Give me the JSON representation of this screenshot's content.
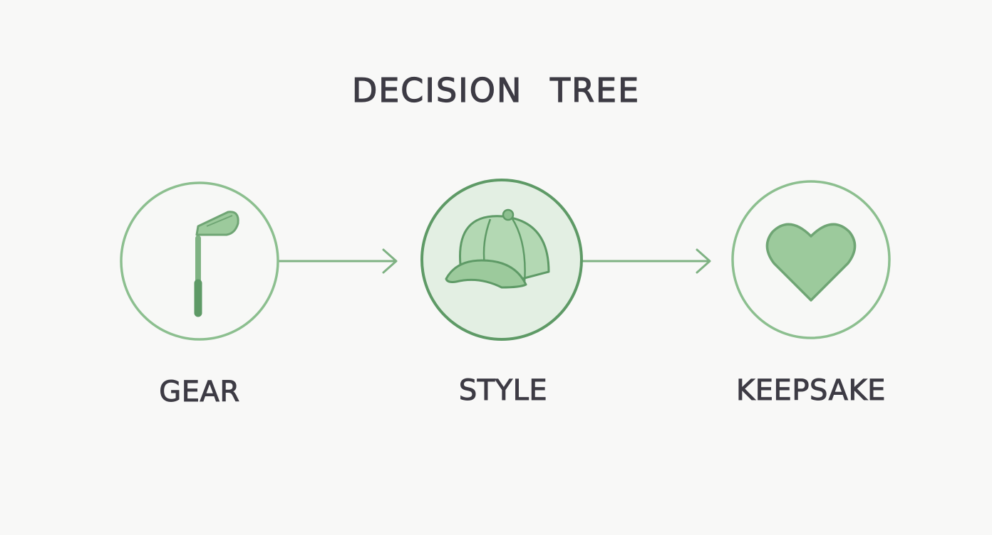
{
  "title": "DECISION TREE",
  "nodes": [
    {
      "id": "gear",
      "label": "GEAR",
      "icon": "golf-club-icon",
      "highlighted": false
    },
    {
      "id": "style",
      "label": "STYLE",
      "icon": "cap-icon",
      "highlighted": true
    },
    {
      "id": "keepsake",
      "label": "KEEPSAKE",
      "icon": "heart-icon",
      "highlighted": false
    }
  ],
  "edges": [
    {
      "from": "gear",
      "to": "style"
    },
    {
      "from": "style",
      "to": "keepsake"
    }
  ],
  "colors": {
    "background": "#f8f8f7",
    "text": "#3d3b44",
    "circle_stroke": "#8cbf8f",
    "circle_stroke_active": "#5e9a66",
    "circle_fill_active": "#e3efe3",
    "icon_fill": "#9cca9c",
    "icon_stroke": "#5e9a66",
    "arrow": "#7fb283"
  }
}
